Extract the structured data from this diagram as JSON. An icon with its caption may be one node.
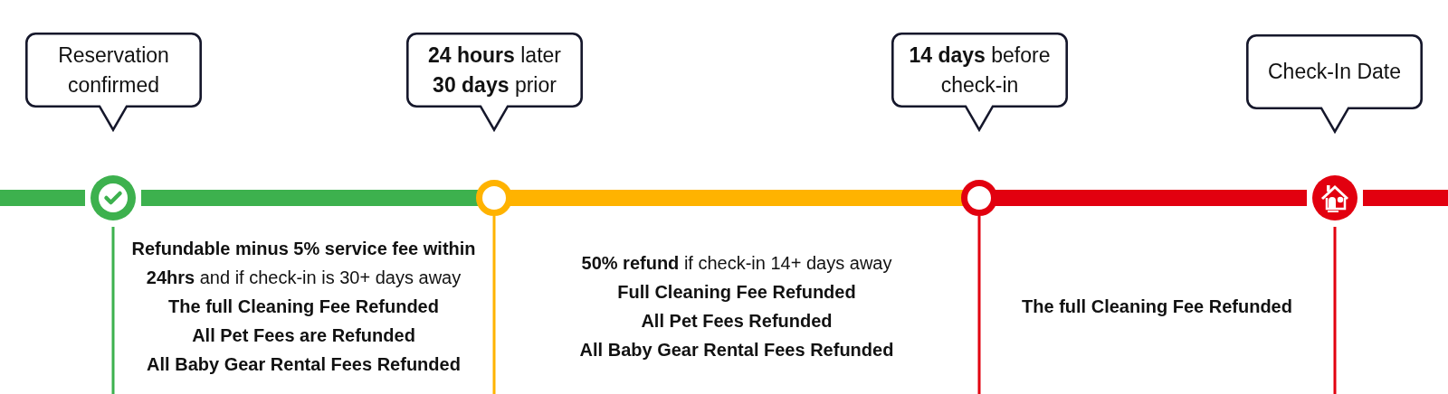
{
  "diagram": {
    "nodes": [
      {
        "text": [
          "Reservation confirmed"
        ]
      },
      {
        "text": [
          "**24 hours** later",
          "**30 days** prior"
        ]
      },
      {
        "text": [
          "**14 days** before check-in"
        ]
      },
      {
        "text": [
          "Check-In Date"
        ]
      }
    ],
    "labels": [
      "**Refundable minus 5% service fee within 24hrs** and if check-in is 30+ days away",
      "The full Cleaning Fee Refunded",
      "All Pet Fees are Refunded",
      "All Baby Gear Rental Fees Refunded",
      "**50% refund** if check-in 14+ days away",
      "Full Cleaning Fee Refunded",
      "All Pet Fees Refunded",
      "All Baby Gear Rental Fees Refunded",
      "The full Cleaning Fee Refunded"
    ]
  }
}
